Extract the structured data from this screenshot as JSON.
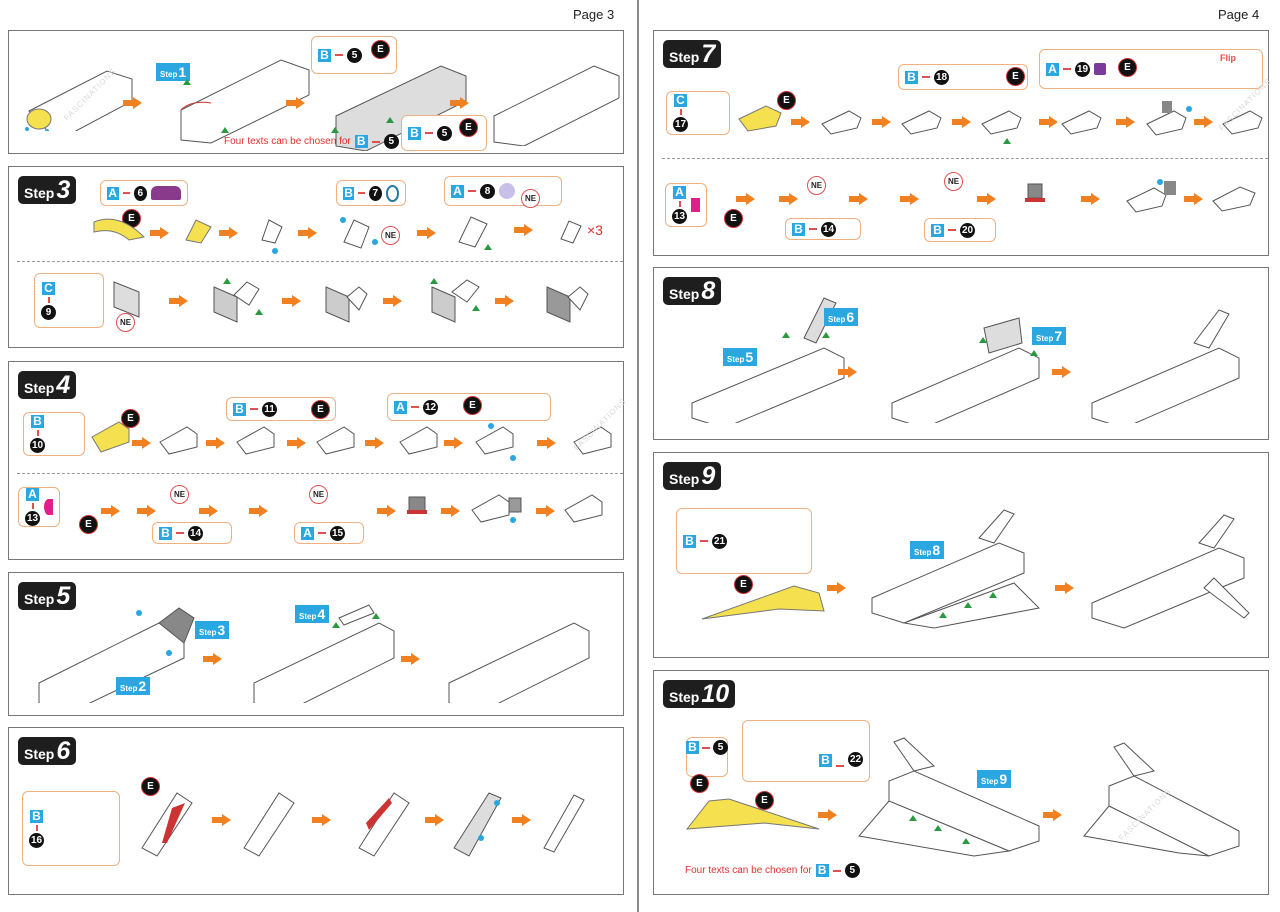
{
  "pages": {
    "left_label": "Page 3",
    "right_label": "Page 4"
  },
  "step_word": "Step",
  "watermark": "FASCINATIONS",
  "e_marker": "E",
  "ne_marker": "NE",
  "multiplier": "×3",
  "flip_label": "Flip",
  "note_text": "Four texts can be chosen for",
  "colors": {
    "accent_blue": "#2aa6e0",
    "arrow_orange": "#f08020",
    "callout_border": "#f0b080",
    "note_red": "#e03030",
    "badge_dark": "#1e1e1e"
  },
  "step1": {
    "tag": "1",
    "callouts": [
      {
        "letter": "B",
        "number": "5"
      },
      {
        "letter": "B",
        "number": "5"
      }
    ],
    "note": {
      "letter": "B",
      "number": "5"
    }
  },
  "step3": {
    "number": "3",
    "callouts": [
      {
        "letter": "A",
        "number": "6"
      },
      {
        "letter": "B",
        "number": "7"
      },
      {
        "letter": "A",
        "number": "8"
      },
      {
        "letter": "C",
        "number": "9"
      }
    ]
  },
  "step4": {
    "number": "4",
    "callouts": [
      {
        "letter": "B",
        "number": "10"
      },
      {
        "letter": "B",
        "number": "11"
      },
      {
        "letter": "A",
        "number": "12"
      },
      {
        "letter": "A",
        "number": "13"
      },
      {
        "letter": "B",
        "number": "14"
      },
      {
        "letter": "A",
        "number": "15"
      }
    ]
  },
  "step5": {
    "number": "5",
    "tags": [
      "3",
      "2",
      "4"
    ]
  },
  "step6": {
    "number": "6",
    "callouts": [
      {
        "letter": "B",
        "number": "16"
      }
    ]
  },
  "step7": {
    "number": "7",
    "callouts": [
      {
        "letter": "C",
        "number": "17"
      },
      {
        "letter": "B",
        "number": "18"
      },
      {
        "letter": "A",
        "number": "19"
      },
      {
        "letter": "A",
        "number": "13"
      },
      {
        "letter": "B",
        "number": "14"
      },
      {
        "letter": "B",
        "number": "20"
      }
    ]
  },
  "step8": {
    "number": "8",
    "tags": [
      "6",
      "5",
      "7"
    ]
  },
  "step9": {
    "number": "9",
    "callouts": [
      {
        "letter": "B",
        "number": "21"
      }
    ],
    "tags": [
      "8"
    ]
  },
  "step10": {
    "number": "10",
    "callouts": [
      {
        "letter": "B",
        "number": "5"
      },
      {
        "letter": "B",
        "number": "22"
      }
    ],
    "tags": [
      "9"
    ],
    "note": {
      "letter": "B",
      "number": "5"
    }
  }
}
